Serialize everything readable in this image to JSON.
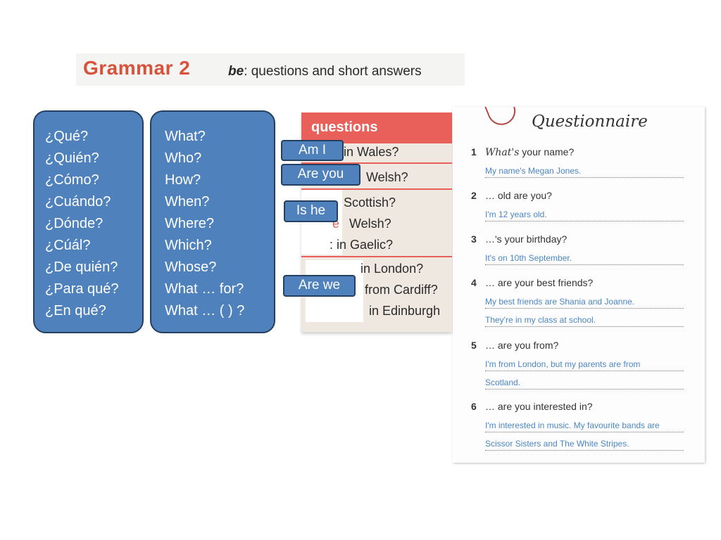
{
  "header": {
    "title": "Grammar 2",
    "subtitle_be": "be",
    "subtitle_rest": ": questions and short answers"
  },
  "spanish_words": [
    "¿Qué?",
    "¿Quién?",
    "¿Cómo?",
    "¿Cuándo?",
    "¿Dónde?",
    "¿Cúál?",
    "¿De quién?",
    "¿Para qué?",
    "¿En qué?"
  ],
  "english_words": [
    "What?",
    "Who?",
    "How?",
    "When?",
    "Where?",
    "Which?",
    "Whose?",
    "What … for?",
    "What … ( ) ?"
  ],
  "questions_table": {
    "header": "questions",
    "rows": [
      "in Wales?",
      "Welsh?",
      "Scottish?",
      "Welsh?",
      "in Gaelic?",
      "in London?",
      "from Cardiff?",
      "in Edinburgh"
    ],
    "partial_prefixes": [
      "e",
      ":"
    ]
  },
  "labels": {
    "am_i": "Am I",
    "are_you": "Are you",
    "is_he": "Is he",
    "are_we": "Are we"
  },
  "questionnaire": {
    "title": "Questionnaire",
    "items": [
      {
        "num": "1",
        "lead": "What's",
        "question": " your name?",
        "answers": [
          "My name's Megan Jones."
        ]
      },
      {
        "num": "2",
        "lead": "",
        "question": "… old are you?",
        "answers": [
          "I'm 12 years old."
        ]
      },
      {
        "num": "3",
        "lead": "",
        "question": "…'s your birthday?",
        "answers": [
          "It's on 10th September."
        ]
      },
      {
        "num": "4",
        "lead": "",
        "question": "… are your best friends?",
        "answers": [
          "My best friends are Shania and Joanne.",
          "They're in my class at school."
        ]
      },
      {
        "num": "5",
        "lead": "",
        "question": "… are you from?",
        "answers": [
          "I'm from London, but my parents are from",
          "Scotland."
        ]
      },
      {
        "num": "6",
        "lead": "",
        "question": "… are you interested in?",
        "answers": [
          "I'm interested in music. My favourite bands are",
          "Scissor Sisters and The White Stripes."
        ]
      }
    ]
  },
  "colors": {
    "box_fill": "#4f81bd",
    "box_border": "#243f60",
    "header_red": "#d8513a",
    "answer_blue": "#4a86c4"
  }
}
